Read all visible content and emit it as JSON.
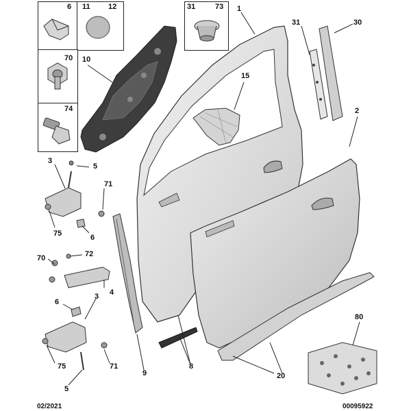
{
  "labels": {
    "l1": "1",
    "l2": "2",
    "l3a": "3",
    "l3b": "3",
    "l4": "4",
    "l5a": "5",
    "l5b": "5",
    "l6a": "6",
    "l6b": "6",
    "l6c": "6",
    "l8": "8",
    "l9": "9",
    "l10": "10",
    "l11": "11",
    "l12": "12",
    "l15": "15",
    "l20": "20",
    "l30": "30",
    "l31a": "31",
    "l31b": "31",
    "l70a": "70",
    "l70b": "70",
    "l71a": "71",
    "l71b": "71",
    "l72": "72",
    "l73": "73",
    "l74": "74",
    "l75a": "75",
    "l75b": "75",
    "l80": "80"
  },
  "footer": {
    "date": "02/2021",
    "ref": "00095922"
  },
  "colors": {
    "panel": "#d9d9d9",
    "line": "#333333",
    "dark": "#3a3a3a",
    "label": "#111111"
  }
}
